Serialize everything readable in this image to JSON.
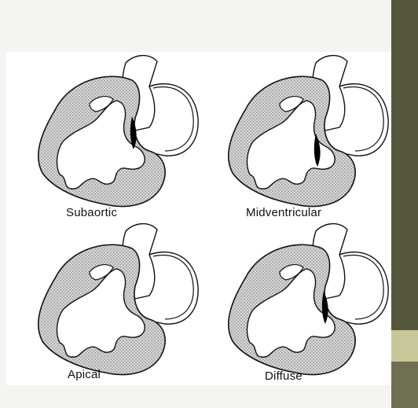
{
  "figure": {
    "panels": [
      {
        "id": "subaortic",
        "label": "Subaortic"
      },
      {
        "id": "midventricular",
        "label": "Midventricular"
      },
      {
        "id": "apical",
        "label": "Apical"
      },
      {
        "id": "diffuse",
        "label": "Diffuse"
      }
    ]
  },
  "colors": {
    "accent_dark": "#55573c",
    "accent_light": "#c8c79a",
    "stipple": "#8a8a8a",
    "outline": "#111111"
  }
}
